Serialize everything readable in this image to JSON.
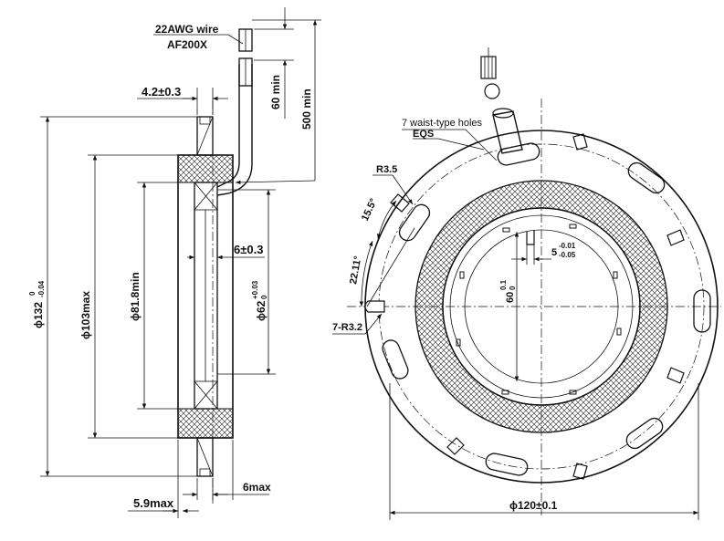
{
  "labels": {
    "wire_awg": "22AWG wire",
    "wire_type": "AF200X",
    "len_60": "60 min",
    "len_500": "500 min",
    "dim_4_2": "4.2±0.3",
    "dim_6": "6±0.3",
    "dim_132": "ϕ132",
    "dim_132_up": "0",
    "dim_132_low": "-0.04",
    "dim_103": "ϕ103max",
    "dim_81_8": "ϕ81.8min",
    "dim_62": "ϕ62",
    "dim_62_up": "+0.03",
    "dim_62_low": "0",
    "dim_5_9": "5.9max",
    "dim_6max": "6max",
    "holes": "7 waist-type holes",
    "eqs": "EQS",
    "r3_5": "R3.5",
    "ang_15_5": "15.5°",
    "ang_22_11": "22.11°",
    "r3_2": "7-R3.2",
    "dim_5": "5",
    "dim_5_up": "-0.01",
    "dim_5_low": "-0.05",
    "dim_60": "60",
    "dim_60_up": "0.1",
    "dim_60_low": "0",
    "dim_120": "ϕ120±0.1"
  }
}
